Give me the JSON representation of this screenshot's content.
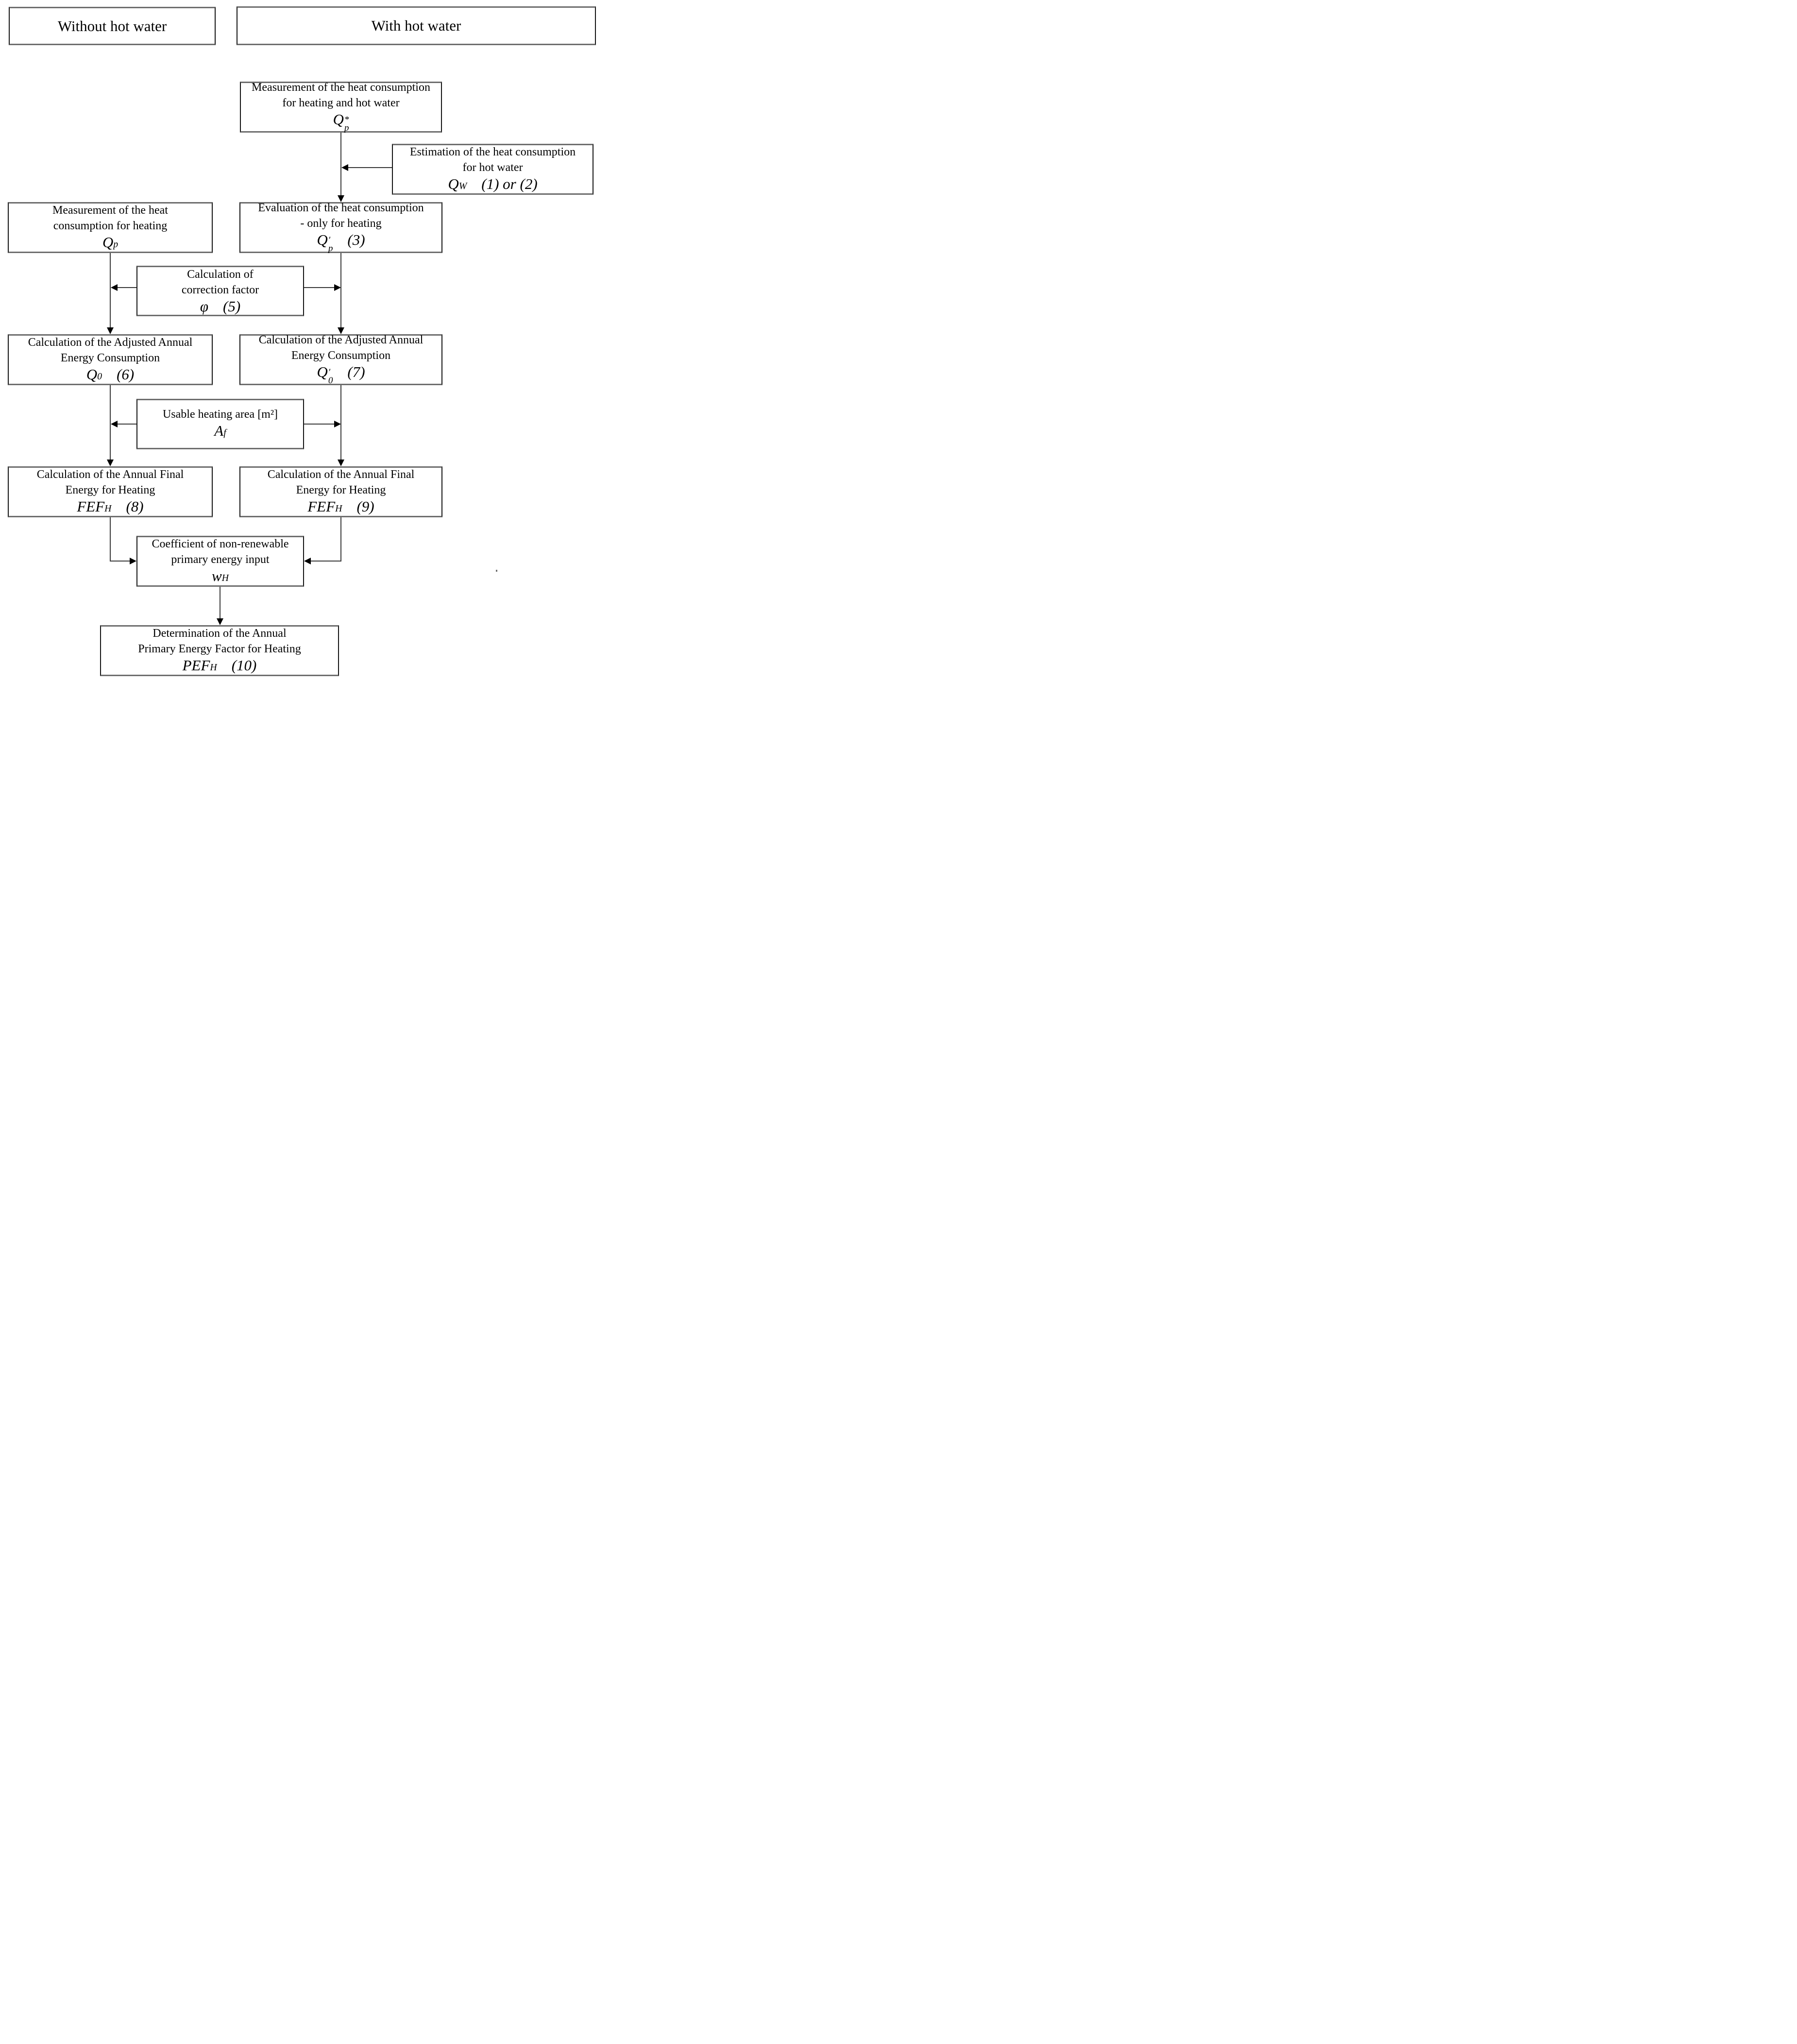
{
  "diagram_title": "Primary Energy Factor for Heating determination flowchart",
  "colors": {
    "background": "#ffffff",
    "ink": "#000000",
    "connector": "#3a3a3a",
    "frame_horizontal_edge": "#6e6e6e",
    "frame_vertical_edge": "#141414"
  },
  "nodes": {
    "header_left": {
      "lines": [
        "Without hot water"
      ]
    },
    "header_right": {
      "lines": [
        "With hot water"
      ]
    },
    "qp_star": {
      "lines": [
        "Measurement of the heat consumption",
        "for heating and hot water"
      ],
      "formula": {
        "base": "Q",
        "sup": "*",
        "sub": "p",
        "note": ""
      }
    },
    "estimation": {
      "lines": [
        "Estimation of the heat consumption",
        "for hot water"
      ],
      "formula": {
        "base": "Q",
        "sup": "",
        "sub": "W",
        "note": "(1) or (2)"
      }
    },
    "meas_heating": {
      "lines": [
        "Measurement of the heat",
        "consumption for heating"
      ],
      "formula": {
        "base": "Q",
        "sup": "",
        "sub": "p",
        "note": ""
      }
    },
    "evaluation": {
      "lines": [
        "Evaluation of the heat consumption",
        "- only for heating"
      ],
      "formula": {
        "base": "Q",
        "sup": "′",
        "sub": "p",
        "note": "(3)"
      }
    },
    "phi": {
      "lines": [
        "Calculation of",
        "correction factor"
      ],
      "formula": {
        "base": "φ",
        "sup": "",
        "sub": "",
        "note": "(5)"
      }
    },
    "adj_left": {
      "lines": [
        "Calculation of the Adjusted Annual",
        "Energy Consumption"
      ],
      "formula": {
        "base": "Q",
        "sup": "",
        "sub": "0",
        "note": "(6)"
      }
    },
    "adj_right": {
      "lines": [
        "Calculation of the Adjusted Annual",
        "Energy Consumption"
      ],
      "formula": {
        "base": "Q",
        "sup": "′",
        "sub": "0",
        "note": "(7)"
      }
    },
    "usable_area": {
      "lines": [
        "Usable heating area [m²]"
      ],
      "formula": {
        "base": "A",
        "sup": "",
        "sub": "f",
        "note": ""
      }
    },
    "fef_left": {
      "lines": [
        "Calculation of the Annual Final",
        "Energy for Heating"
      ],
      "formula": {
        "base": "FEF",
        "sup": "",
        "sub": "H",
        "note": "(8)"
      }
    },
    "fef_right": {
      "lines": [
        "Calculation of the Annual Final",
        "Energy for Heating"
      ],
      "formula": {
        "base": "FEF",
        "sup": "",
        "sub": "H",
        "note": "(9)"
      }
    },
    "coefficient": {
      "lines": [
        "Coefficient of non-renewable",
        "primary energy input"
      ],
      "formula": {
        "base": "w",
        "sup": "",
        "sub": "H",
        "note": ""
      }
    },
    "final": {
      "lines": [
        "Determination of the Annual",
        "Primary Energy Factor for Heating"
      ],
      "formula": {
        "base": "PEF",
        "sup": "",
        "sub": "H",
        "note": "(10)"
      }
    }
  }
}
